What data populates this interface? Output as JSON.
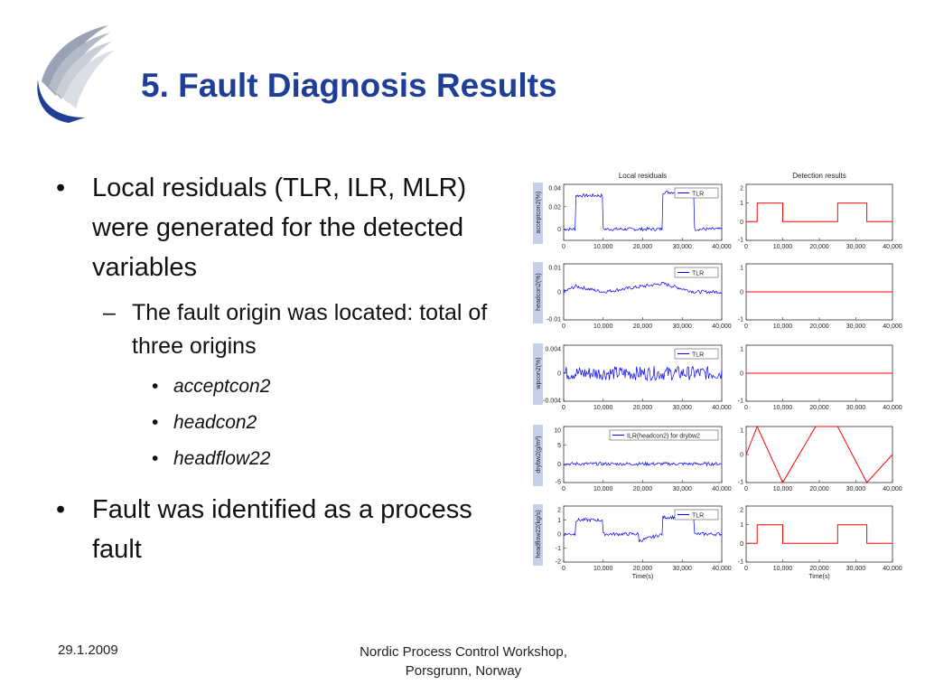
{
  "slide": {
    "title": "5. Fault Diagnosis Results",
    "bullets": [
      {
        "text": "Local residuals (TLR, ILR, MLR) were generated for the detected variables",
        "sub": [
          {
            "text": "The fault origin was located: total of three origins",
            "items": [
              "acceptcon2",
              "headcon2",
              "headflow22"
            ]
          }
        ]
      },
      {
        "text": "Fault was identified as a process fault",
        "sub": []
      }
    ],
    "footer": {
      "date": "29.1.2009",
      "event_line1": "Nordic Process Control Workshop,",
      "event_line2": "Porsgrunn, Norway"
    }
  },
  "colors": {
    "title": "#1f3f97",
    "residual_line": "#0000ff",
    "detection_line": "#ff0000",
    "label_bg": "#c6d0ea"
  },
  "chart_data": [
    {
      "type": "line",
      "title": "Local residuals",
      "ylabel": "acceptcon2(%)",
      "legend": "TLR",
      "xlim": [
        0,
        40000
      ],
      "ylim": [
        -0.01,
        0.04
      ],
      "yticks": [
        "0.04",
        "0.02",
        "0"
      ],
      "xticks": [
        "0",
        "10,000",
        "20,000",
        "30,000",
        "40,000"
      ],
      "series": [
        {
          "name": "TLR",
          "x": [
            0,
            3000,
            3000,
            10000,
            10000,
            19000,
            19000,
            25000,
            25000,
            33000,
            33000,
            40000
          ],
          "y": [
            0,
            0,
            0.03,
            0.03,
            0,
            0,
            0,
            0,
            0.033,
            0.033,
            0,
            0
          ]
        }
      ]
    },
    {
      "type": "line",
      "title": "Detection results",
      "ylim": [
        -1,
        2
      ],
      "yticks": [
        "2",
        "1",
        "0",
        "-1"
      ],
      "xlim": [
        0,
        40000
      ],
      "xticks": [
        "0",
        "10,000",
        "20,000",
        "30,000",
        "40,000"
      ],
      "series": [
        {
          "x": [
            0,
            3000,
            3000,
            10000,
            10000,
            25000,
            25000,
            33000,
            33000,
            40000
          ],
          "y": [
            0,
            0,
            1,
            1,
            0,
            0,
            1,
            1,
            0,
            0
          ]
        }
      ]
    },
    {
      "type": "line",
      "ylabel": "headcon2(%)",
      "legend": "TLR",
      "xlim": [
        0,
        40000
      ],
      "ylim": [
        -0.01,
        0.01
      ],
      "yticks": [
        "0.01",
        "0",
        "-0.01"
      ],
      "xticks": [
        "0",
        "10,000",
        "20,000",
        "30,000",
        "40,000"
      ],
      "series": [
        {
          "name": "TLR",
          "x": [
            0,
            3000,
            10000,
            25000,
            33000,
            40000
          ],
          "y": [
            0,
            0.002,
            0,
            0.003,
            0,
            0
          ]
        }
      ]
    },
    {
      "type": "line",
      "ylim": [
        -1,
        1
      ],
      "yticks": [
        "1",
        "0",
        "-1"
      ],
      "xlim": [
        0,
        40000
      ],
      "xticks": [
        "0",
        "10,000",
        "20,000",
        "30,000",
        "40,000"
      ],
      "series": [
        {
          "x": [
            0,
            40000
          ],
          "y": [
            0,
            0
          ]
        }
      ]
    },
    {
      "type": "line",
      "ylabel": "wpcon2(%)",
      "legend": "TLR",
      "xlim": [
        0,
        40000
      ],
      "ylim": [
        -0.004,
        0.004
      ],
      "yticks": [
        "0.004",
        "0",
        "-0.004"
      ],
      "xticks": [
        "0",
        "10,000",
        "20,000",
        "30,000",
        "40,000"
      ],
      "series": [
        {
          "name": "TLR",
          "x": [
            0,
            40000
          ],
          "y": [
            0,
            0
          ]
        }
      ]
    },
    {
      "type": "line",
      "ylim": [
        -1,
        1
      ],
      "yticks": [
        "1",
        "0",
        "-1"
      ],
      "xlim": [
        0,
        40000
      ],
      "xticks": [
        "0",
        "10,000",
        "20,000",
        "30,000",
        "40,000"
      ],
      "series": [
        {
          "x": [
            0,
            40000
          ],
          "y": [
            0,
            0
          ]
        }
      ]
    },
    {
      "type": "line",
      "ylabel": "drybw2(g/m²)",
      "legend": "ILR(headcon2) for drybw2",
      "xlim": [
        0,
        40000
      ],
      "ylim": [
        -5,
        10
      ],
      "yticks": [
        "10",
        "5",
        "0",
        "-5"
      ],
      "xticks": [
        "0",
        "10,000",
        "20,000",
        "30,000",
        "40,000"
      ],
      "series": [
        {
          "name": "ILR(headcon2) for drybw2",
          "x": [
            0,
            40000
          ],
          "y": [
            0,
            0
          ]
        }
      ]
    },
    {
      "type": "line",
      "ylim": [
        -1,
        1
      ],
      "yticks": [
        "1",
        "0",
        "-1"
      ],
      "xlim": [
        0,
        40000
      ],
      "xticks": [
        "0",
        "10,000",
        "20,000",
        "30,000",
        "40,000"
      ],
      "series": [
        {
          "x": [
            0,
            3000,
            10000,
            19000,
            25000,
            33000,
            40000
          ],
          "y": [
            0,
            1,
            -1,
            1,
            1,
            -1,
            0
          ]
        }
      ]
    },
    {
      "type": "line",
      "ylabel": "headflow22(kg/s)",
      "legend": "TLR",
      "xlabel": "Time(s)",
      "xlim": [
        0,
        40000
      ],
      "ylim": [
        -2,
        2
      ],
      "yticks": [
        "2",
        "1",
        "0",
        "-1",
        "-2"
      ],
      "xticks": [
        "0",
        "10,000",
        "20,000",
        "30,000",
        "40,000"
      ],
      "series": [
        {
          "name": "TLR",
          "x": [
            0,
            3000,
            3000,
            10000,
            10000,
            19000,
            19000,
            25000,
            25000,
            33000,
            33000,
            40000
          ],
          "y": [
            0,
            0,
            1,
            1,
            0,
            0,
            -0.5,
            0,
            1.2,
            1.2,
            0,
            0
          ]
        }
      ]
    },
    {
      "type": "line",
      "xlabel": "Time(s)",
      "ylim": [
        -1,
        2
      ],
      "yticks": [
        "2",
        "1",
        "0",
        "-1"
      ],
      "xlim": [
        0,
        40000
      ],
      "xticks": [
        "0",
        "10,000",
        "20,000",
        "30,000",
        "40,000"
      ],
      "series": [
        {
          "x": [
            0,
            3000,
            3000,
            10000,
            10000,
            25000,
            25000,
            33000,
            33000,
            40000
          ],
          "y": [
            0,
            0,
            1,
            1,
            0,
            0,
            1,
            1,
            0,
            0
          ]
        }
      ]
    }
  ]
}
